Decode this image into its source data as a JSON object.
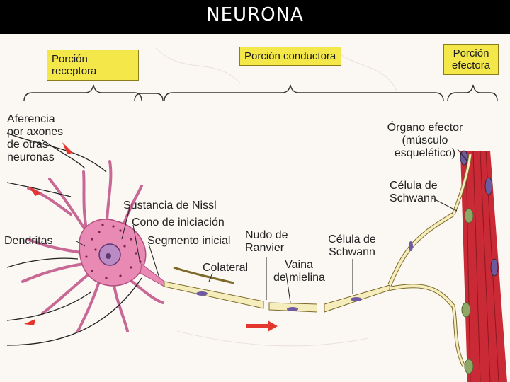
{
  "title": "NEURONA",
  "regions": {
    "receptor": "Porción receptora",
    "conductor": "Porción conductora",
    "effector": [
      "Porción",
      "efectora"
    ]
  },
  "labels": {
    "afferent": [
      "Aferencia",
      "por axones",
      "de otras",
      "neuronas"
    ],
    "dendrites": "Dendritas",
    "nissl": "Sustancia de Nissl",
    "cone": "Cono de iniciación",
    "initial_segment": "Segmento inicial",
    "collateral": "Colateral",
    "ranvier": [
      "Nudo de",
      "Ranvier"
    ],
    "myelin": [
      "Vaina",
      "de mielina"
    ],
    "schwann_mid": [
      "Célula de",
      "Schwann"
    ],
    "effector_organ": [
      "Órgano efector",
      "(músculo",
      "esquelético)"
    ],
    "schwann_right": [
      "Célula de",
      "Schwann"
    ]
  },
  "colors": {
    "region_label_bg": "#f3e74a",
    "cell_body": "#e98ab5",
    "myelin": "#f6edbd",
    "muscle": "#c92a35",
    "arrow": "#e2362e"
  }
}
